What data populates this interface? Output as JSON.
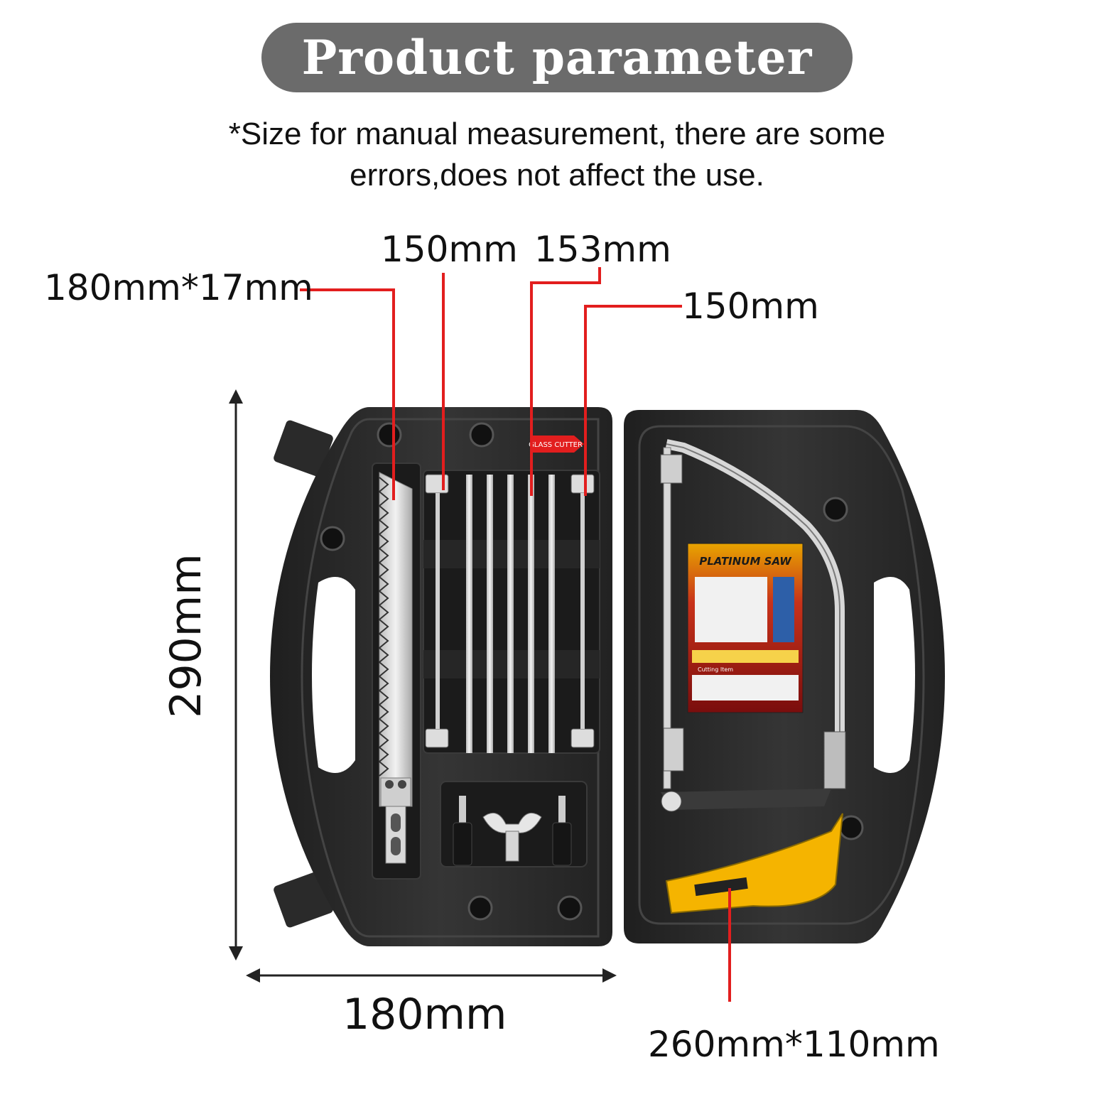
{
  "header": {
    "title": "Product parameter",
    "note_line1": "*Size for manual measurement, there are some",
    "note_line2": "errors,does not affect the use."
  },
  "dimensions": {
    "saw_blade": "180mm*17mm",
    "blade_a": "150mm",
    "blade_b": "153mm",
    "blade_c": "150mm",
    "case_height": "290mm",
    "case_width": "180mm",
    "hacksaw": "260mm*110mm"
  },
  "product": {
    "glass_cutter_label": "GLASS CUTTER",
    "brand_label": "PLATINUM SAW",
    "cutting_item_label": "Cutting Item"
  },
  "colors": {
    "annotation": "#e21e1e",
    "case": "#2b2b2b",
    "handle_accent": "#f5b400",
    "title_pill": "#6b6b6b"
  }
}
